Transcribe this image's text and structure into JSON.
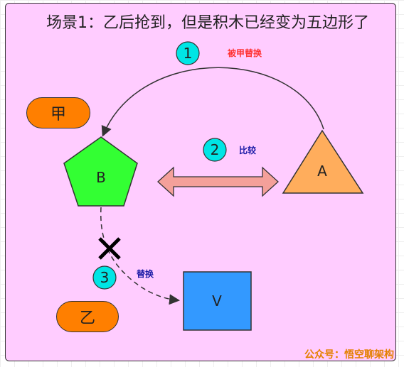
{
  "title": "场景1：乙后抢到，但是积木已经变为五边形了",
  "actors": {
    "jia": "甲",
    "yi": "乙"
  },
  "shapes": {
    "pentagon": "B",
    "triangle": "A",
    "square": "V"
  },
  "steps": [
    {
      "num": "1",
      "label": "被甲替换",
      "label_color": "#ff3333"
    },
    {
      "num": "2",
      "label": "比较",
      "label_color": "#1a1aa6"
    },
    {
      "num": "3",
      "label": "替换",
      "label_color": "#1a1aa6"
    }
  ],
  "colors": {
    "panel": "#ffccff",
    "actor": "#ff7f00",
    "pentagon": "#33ff33",
    "triangle": "#ffad5c",
    "square": "#3399ff",
    "step_circle": "#00e5e5",
    "compare_arrow": "#f4a09a"
  },
  "watermark": "公众号：悟空聊架构"
}
